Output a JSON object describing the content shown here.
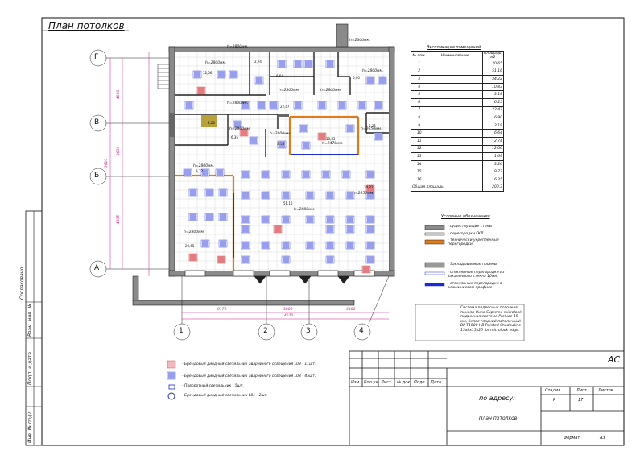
{
  "sheet_title": "План потолков",
  "grid_rows": [
    "Г",
    "В",
    "Б",
    "А"
  ],
  "grid_cols": [
    "1",
    "2",
    "3",
    "4"
  ],
  "dims_vertical": [
    "4800",
    "3630",
    "5610",
    "4335"
  ],
  "dims_horizontal": [
    "6170",
    "3000",
    "3400"
  ],
  "dim_total": "14570",
  "explication": {
    "title": "Экспликация помещений",
    "headers": [
      "№ пом.",
      "Наименование",
      "Площадь, м2"
    ],
    "rows": [
      [
        "1",
        "",
        "20,65"
      ],
      [
        "2",
        "",
        "51,16"
      ],
      [
        "3",
        "",
        "34,22"
      ],
      [
        "4",
        "",
        "10,83"
      ],
      [
        "5",
        "",
        "3,18"
      ],
      [
        "6",
        "",
        "6,25"
      ],
      [
        "7",
        "",
        "22,47"
      ],
      [
        "8",
        "",
        "6,90"
      ],
      [
        "9",
        "",
        "2,18"
      ],
      [
        "10",
        "",
        "6,64"
      ],
      [
        "11",
        "",
        "2,74"
      ],
      [
        "12",
        "",
        "12,06"
      ],
      [
        "13",
        "",
        "1,69"
      ],
      [
        "14",
        "",
        "3,26"
      ],
      [
        "15",
        "",
        "9,72"
      ],
      [
        "16",
        "",
        "6,35"
      ]
    ],
    "total_label": "Общая площадь",
    "total_value": "200,3"
  },
  "legend": {
    "title": "Условные обозначения",
    "items": [
      "- существующие стены",
      "- перегородки ГКЛ",
      "- технически укрепленные перегородки",
      "- Закладываемые проемы",
      "- стеклянные перегородки из закаленного стекла 10мм.",
      "- стеклянные перегородки в алюминиевом профиле"
    ],
    "ceiling_note": "Система подвесных потолков панели Ouno Supreme microlook подвесная система Prelude 15 мм, белая гладкий потолочный BP T1508 HB Painted Shadowline 15x8x15x25 for microlook edge."
  },
  "fixtures_legend": [
    "- Брендовый диодный светильник аварийного освещения L08 - 11шт.",
    "- Брендовый диодный светильник аварийного освещения L08 - 45шт.",
    "- Поворотный светильник - 5шт.",
    "- Брендовый диодный светильник L01 - 2шт."
  ],
  "heights": [
    "h=2800мм.",
    "h=2300мм.",
    "h=2800мм.",
    "h=2800мм.",
    "h=2300мм.",
    "h=2800мм.",
    "h=2800мм.",
    "h=2470мм.",
    "h=2650мм.",
    "h=2800мм.",
    "h=2800мм.",
    "h=2800мм.",
    "h=2650мм.",
    "h=2800мм.",
    "h=2800мм."
  ],
  "room_areas": [
    "12,06",
    "2,74",
    "6,64",
    "6,90",
    "22,47",
    "3,26",
    "6,35",
    "3,18",
    "9,72",
    "51,16",
    "34,22",
    "20,65",
    "6,25",
    "10,83"
  ],
  "side_stamps": [
    "Согласовано",
    "Взам. инв. №",
    "Подп. и дата",
    "Инв. № подл."
  ],
  "stamp": {
    "code": "АС",
    "col_headers": [
      "Изм.",
      "Кол.уч.",
      "Лист",
      "№ док.",
      "Подп.",
      "Дата"
    ],
    "address": "по адресу:",
    "sheet_name": "План потолков",
    "stage_headers": [
      "Стадия",
      "Лист",
      "Листов"
    ],
    "stage_values": [
      "Р",
      "17",
      ""
    ],
    "format_label": "Формат",
    "format_value": "А3"
  }
}
